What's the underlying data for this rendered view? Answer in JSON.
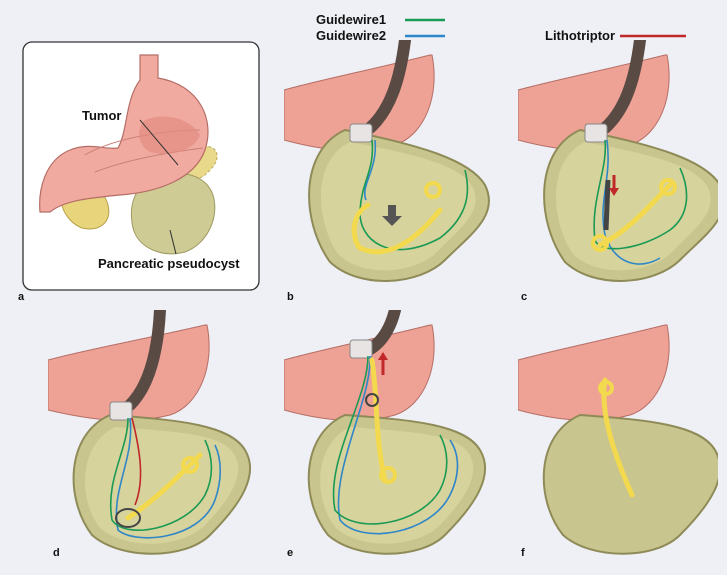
{
  "legend": {
    "guidewire1": "Guidewire1",
    "guidewire2": "Guidewire2",
    "lithotriptor": "Lithotriptor"
  },
  "anatomy": {
    "tumor": "Tumor",
    "pseudocyst": "Pancreatic pseudocyst"
  },
  "panels": [
    "a",
    "b",
    "c",
    "d",
    "e",
    "f"
  ],
  "colors": {
    "background": "#eef0f5",
    "guidewire1": "#1a9a55",
    "guidewire2": "#2f86c8",
    "lithotriptor": "#c0282a",
    "stomach": "#eea195",
    "cyst": "#c9c58e",
    "stent": "#f2d94e",
    "endoscope": "#5a4a44"
  }
}
